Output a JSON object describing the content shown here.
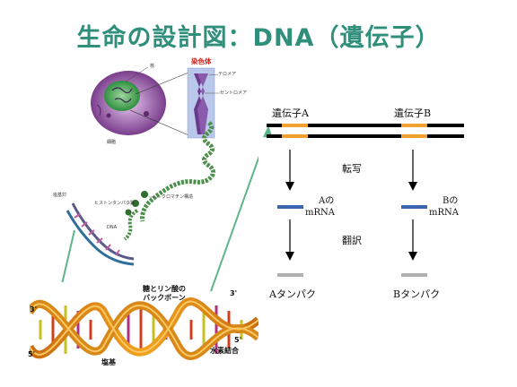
{
  "title": "生命の設計図：DNA（遺伝子）",
  "illustration": {
    "chromosome_heading": "染色体",
    "nucleus_label": "核",
    "cell_label": "細胞",
    "telomere_label": "テロメア",
    "centromere_label": "セントロメア",
    "chromatin_label": "クロマチン構造",
    "histone_label": "ヒストンタンパク質",
    "dna_label": "DNA",
    "base_pair_label": "塩基対",
    "backbone_label_line1": "糖とリン酸の",
    "backbone_label_line2": "バックボーン",
    "base_label": "塩基",
    "hbond_label": "水素結合",
    "end_3_top_left": "3'",
    "end_5_bottom_left": "5'",
    "end_3_top_right": "3'",
    "end_5_right": "5'"
  },
  "schema": {
    "gene_a_label": "遺伝子A",
    "gene_b_label": "遺伝子B",
    "transcription_label": "転写",
    "translation_label": "翻訳",
    "mrna_a_line1": "Aの",
    "mrna_a_line2": "mRNA",
    "mrna_b_line1": "Bの",
    "mrna_b_line2": "mRNA",
    "protein_a_label": "Aタンパク",
    "protein_b_label": "Bタンパク"
  },
  "colors": {
    "title": "#2f8f7a",
    "gene_segment": "#f0a030",
    "mrna": "#3a66b0",
    "protein": "#b0b0b0",
    "connector_arrow": "#5fb58a"
  }
}
